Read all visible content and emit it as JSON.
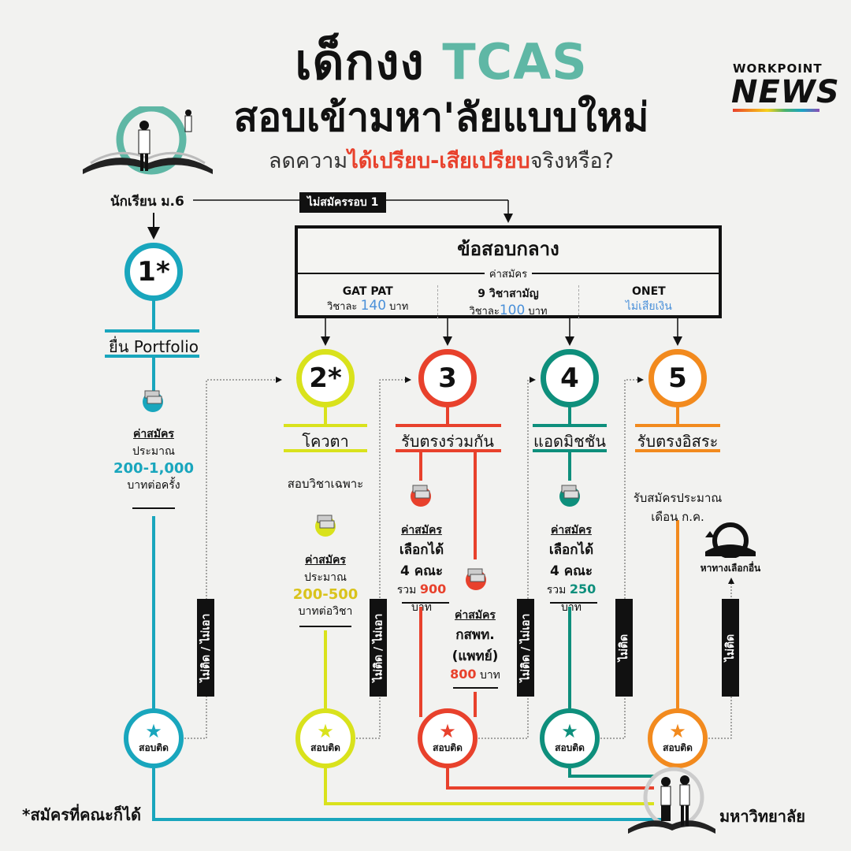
{
  "title": {
    "line1_prefix": "เด็กงง",
    "line1_accent": "TCAS",
    "line2": "สอบเข้ามหา'ลัยแบบใหม่",
    "line3_prefix": "ลดความ",
    "line3_red": "ได้เปรียบ-เสียเปรียบ",
    "line3_suffix": "จริงหรือ?"
  },
  "brand": {
    "top": "WORKPOINT",
    "bottom": "NEWS"
  },
  "start": {
    "label": "นักเรียน ม.6",
    "skip_label": "ไม่สมัครรอบ 1"
  },
  "central_exam": {
    "title": "ข้อสอบกลาง",
    "fee_label": "ค่าสมัคร",
    "items": [
      {
        "name": "GAT PAT",
        "prefix": "วิชาละ",
        "amount": "140",
        "unit": "บาท"
      },
      {
        "name": "9 วิชาสามัญ",
        "prefix": "วิชาละ",
        "amount": "100",
        "unit": "บาท"
      },
      {
        "name": "ONET",
        "prefix": "",
        "amount": "ไม่เสียเงิน",
        "unit": ""
      }
    ]
  },
  "rounds": [
    {
      "num": "1*",
      "name": "ยื่น Portfolio",
      "color": "#19a6bd",
      "fee_title": "ค่าสมัคร",
      "l1": "ประมาณ",
      "amount": "200-1,000",
      "l2": "บาทต่อครั้ง"
    },
    {
      "num": "2*",
      "name": "โควตา",
      "color": "#d9e21c",
      "note": "สอบวิชาเฉพาะ",
      "fee_title": "ค่าสมัคร",
      "l1": "ประมาณ",
      "amount": "200-500",
      "l2": "บาทต่อวิชา"
    },
    {
      "num": "3",
      "name": "รับตรงร่วมกัน",
      "color": "#e8412c",
      "fee_title": "ค่าสมัคร",
      "l1": "เลือกได้",
      "l1b": "4 คณะ",
      "prefix": "รวม",
      "amount": "900",
      "unit": "บาท",
      "fee2_title": "ค่าสมัคร",
      "fee2_l1": "กสพท.",
      "fee2_l2": "(แพทย์)",
      "fee2_amount": "800",
      "fee2_unit": "บาท"
    },
    {
      "num": "4",
      "name": "แอดมิชชัน",
      "color": "#0e8f7c",
      "fee_title": "ค่าสมัคร",
      "l1": "เลือกได้",
      "l1b": "4 คณะ",
      "prefix": "รวม",
      "amount": "250",
      "unit": "บาท"
    },
    {
      "num": "5",
      "name": "รับตรงอิสระ",
      "color": "#f28a1e",
      "note1": "รับสมัครประมาณ",
      "note2": "เดือน ก.ค.",
      "alt": "หาทางเลือกอื่น"
    }
  ],
  "pass_label": "สอบติด",
  "fail_labels": {
    "fail_or_decline": "ไม่ติด / ไม่เอา",
    "fail": "ไม่ติด"
  },
  "footnote": "*สมัครที่คณะก็ได้",
  "end_label": "มหาวิทยาลัย"
}
